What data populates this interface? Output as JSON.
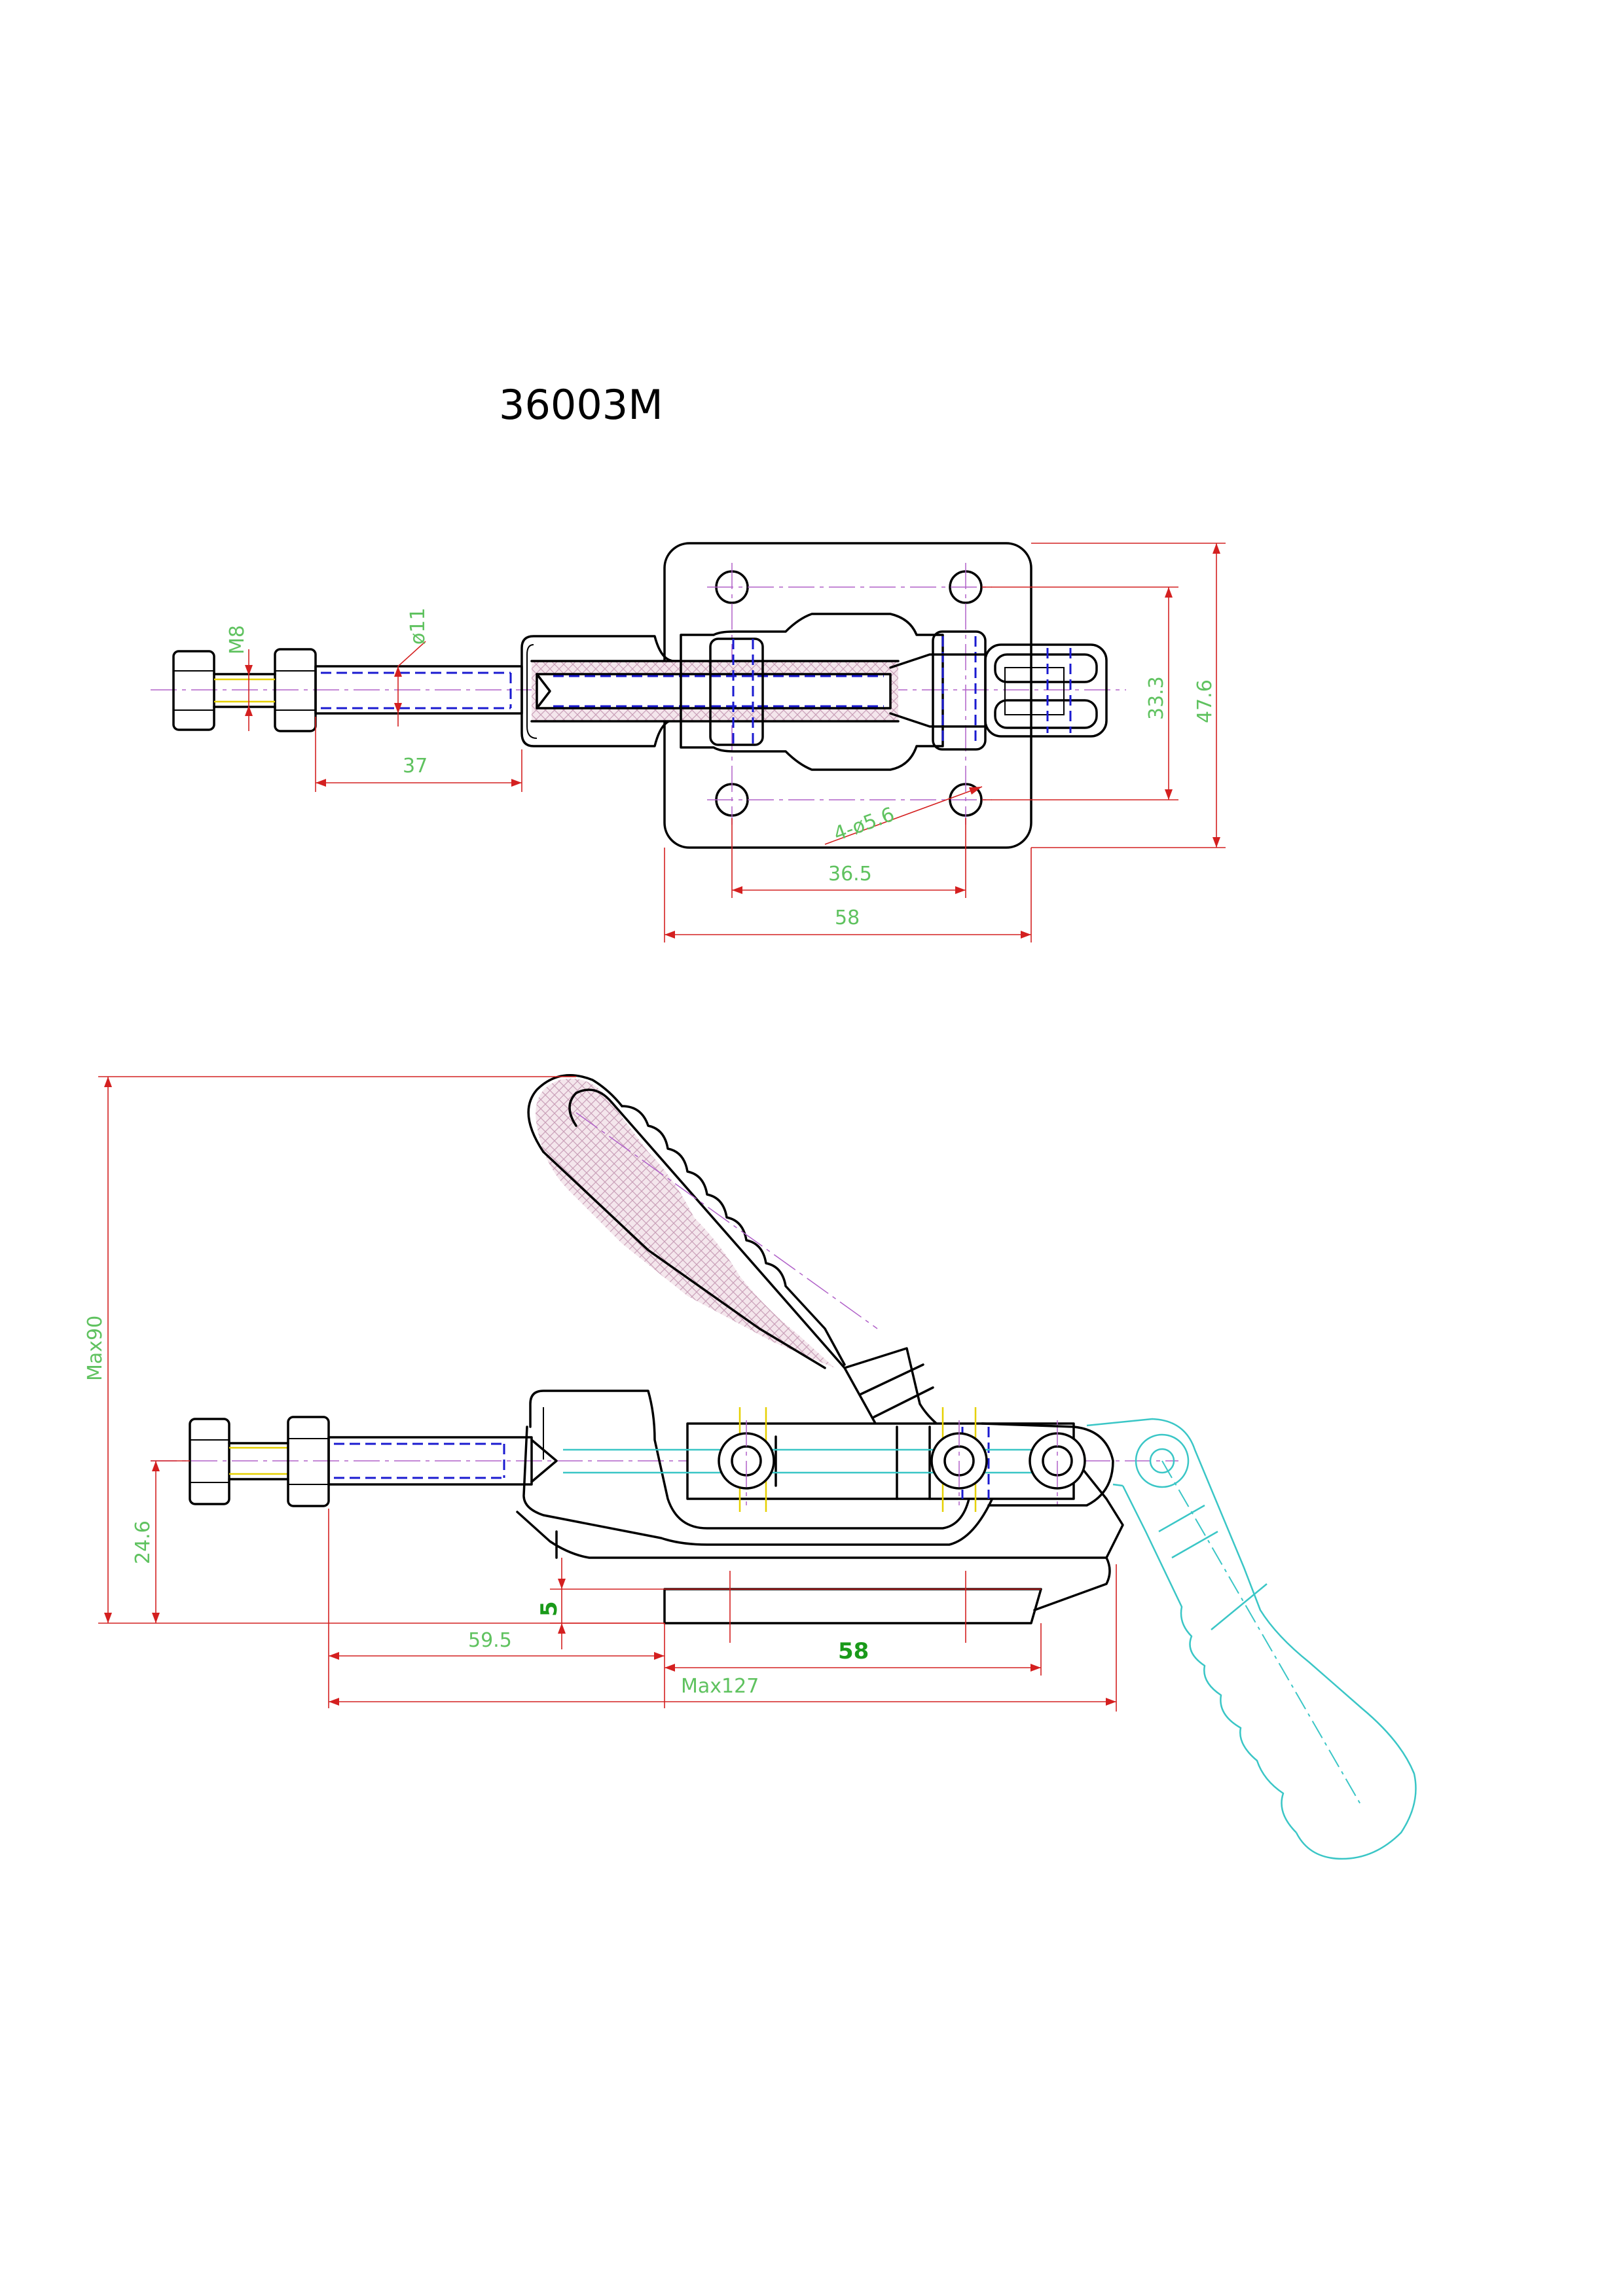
{
  "drawing": {
    "title": "36003M"
  },
  "top_view": {
    "dims": {
      "thread": "M8",
      "dia": "ø11",
      "stroke_len": "37",
      "hole_spec": "4-ø5.6",
      "hole_pitch": "36.5",
      "base_len": "58",
      "hole_height": "33.3",
      "base_height": "47.6"
    }
  },
  "side_view": {
    "dims": {
      "max_height": "Max90",
      "spindle_height": "24.6",
      "base_thickness": "5",
      "offset_len": "59.5",
      "base_len": "58",
      "max_len": "Max127"
    }
  },
  "colors": {
    "outline": "#000000",
    "dimension_text": "#5fc25f",
    "dimension_line": "#d42020",
    "hidden_line": "#1a1ad0",
    "center_line": "#b060c8",
    "alt_position": "#3ac6c6"
  }
}
